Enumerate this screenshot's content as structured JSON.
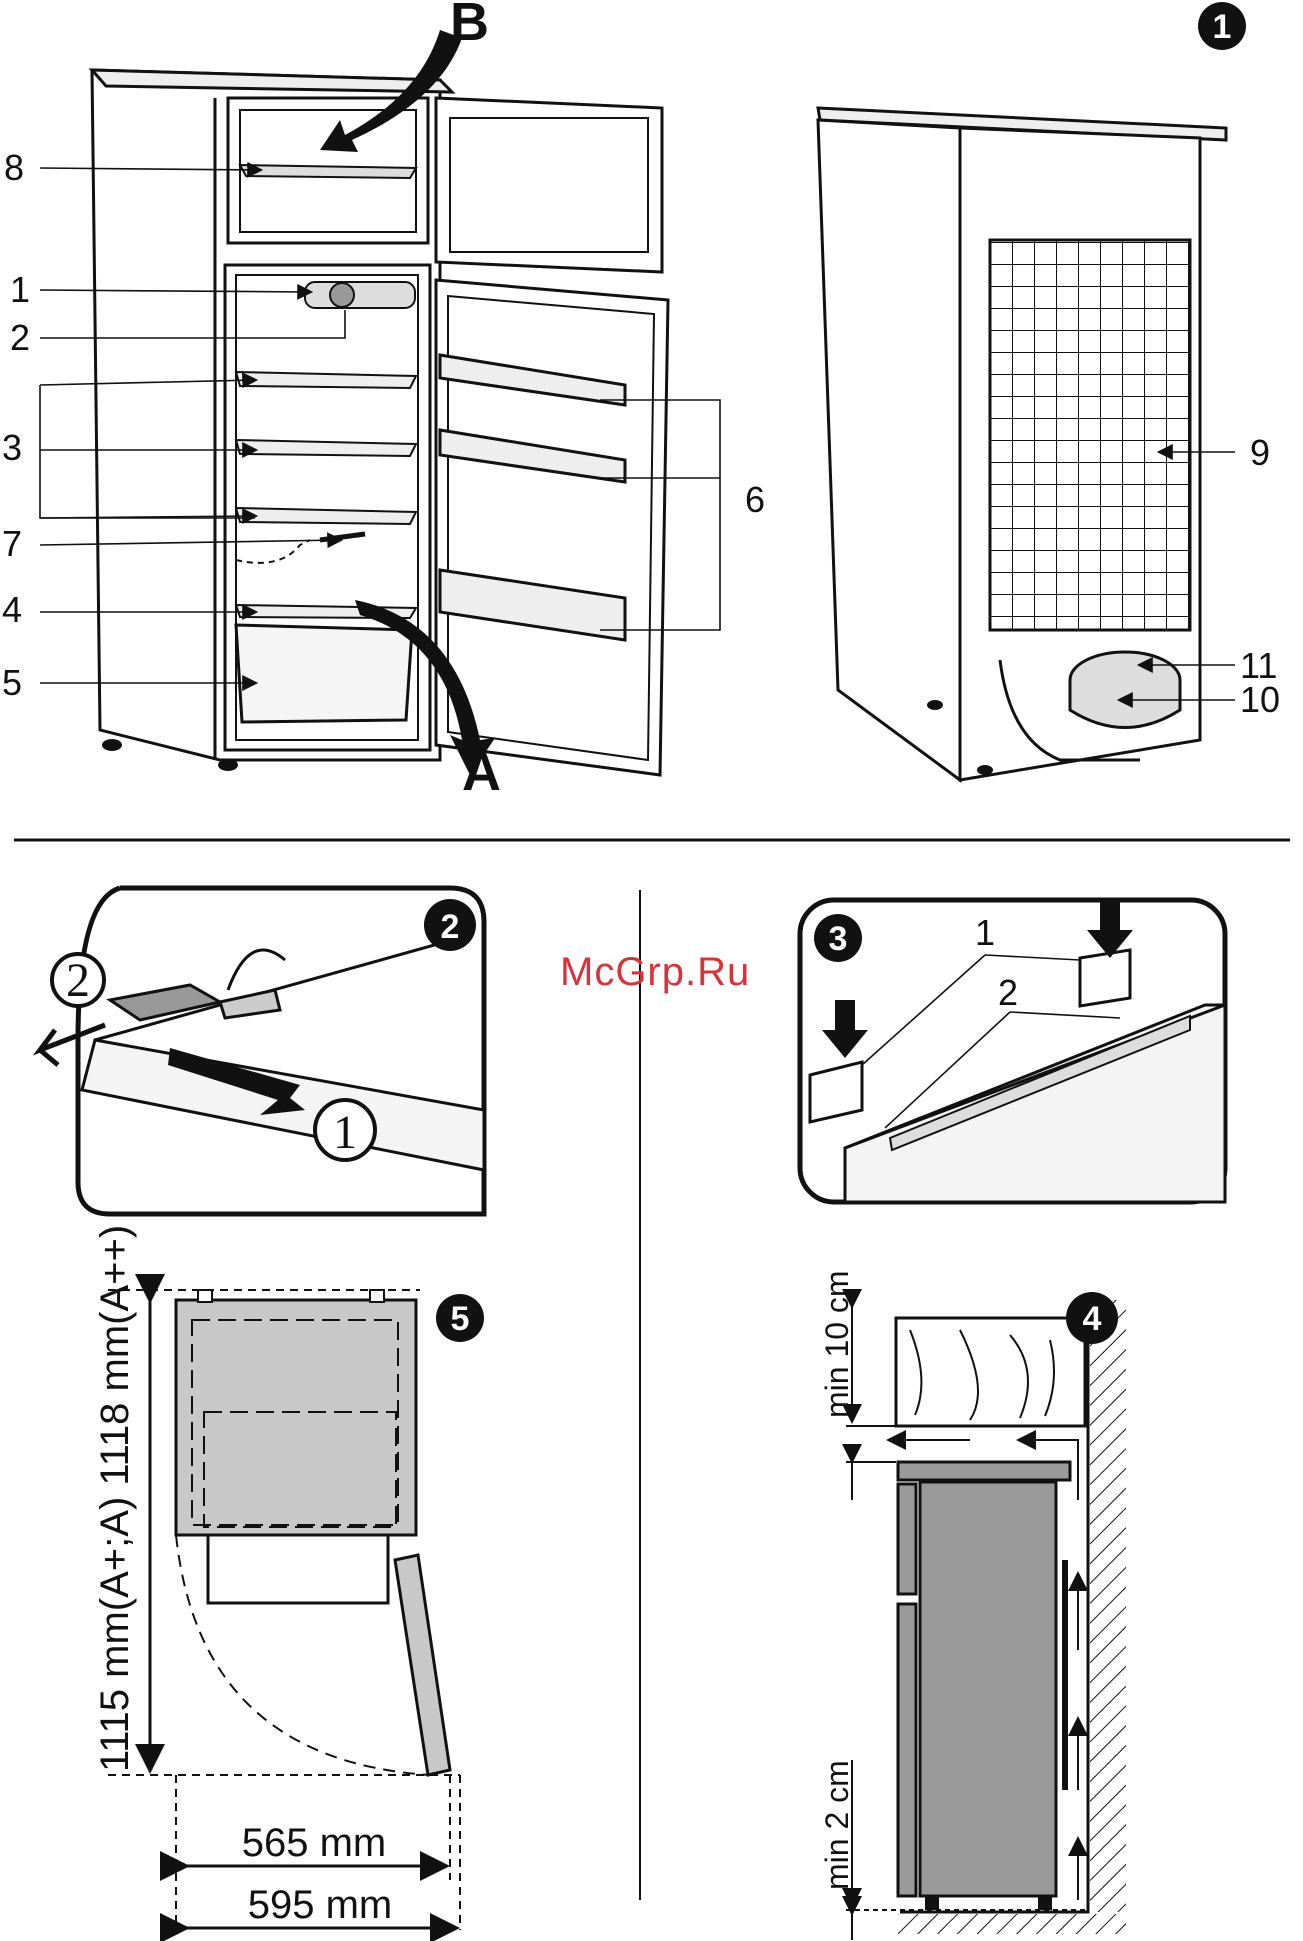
{
  "figure1": {
    "badge": "1",
    "view_labels": {
      "top_arrow": "B",
      "bottom_arrow": "A"
    },
    "callouts": [
      "8",
      "1",
      "2",
      "3",
      "7",
      "4",
      "5",
      "6",
      "9",
      "11",
      "10"
    ]
  },
  "figure2": {
    "badge": "2",
    "step1": "1",
    "step2": "2"
  },
  "figure3": {
    "badge": "3",
    "label1": "1",
    "label2": "2"
  },
  "figure4": {
    "badge": "4",
    "top_clearance": "min 10 cm",
    "rear_clearance": "min 2 cm"
  },
  "figure5": {
    "badge": "5",
    "height_label": "1115 mm(A+;A)  1118 mm(A++)",
    "width_inner": "565 mm",
    "width_outer": "595 mm"
  },
  "watermark": "McGrp.Ru",
  "colors": {
    "line": "#111111",
    "panel_gray": "#c8c8c8",
    "dark_gray": "#9a9a9a",
    "watermark": "#d8323a"
  }
}
